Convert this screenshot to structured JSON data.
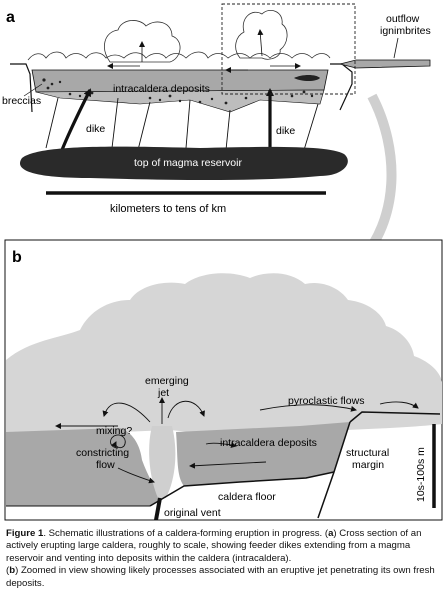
{
  "panel_a": {
    "letter": "a",
    "labels": {
      "outflow_line1": "outflow",
      "outflow_line2": "ignimbrites",
      "intracaldera": "intracaldera deposits",
      "breccias": "breccias",
      "dike_left": "dike",
      "dike_right": "dike",
      "reservoir": "top of magma reservoir",
      "scale": "kilometers to tens of km"
    }
  },
  "panel_b": {
    "letter": "b",
    "labels": {
      "emerging_line1": "emerging",
      "emerging_line2": "jet",
      "pyroclastic": "pyroclastic flows",
      "mixing": "mixing?",
      "intracaldera": "intracaldera deposits",
      "constricting_line1": "constricting",
      "constricting_line2": "flow",
      "structural_line1": "structural",
      "structural_line2": "margin",
      "caldera_floor": "caldera floor",
      "original_vent": "original vent",
      "scale": "10s-100s m"
    }
  },
  "caption": {
    "figure_label": "Figure 1",
    "intro": ". Schematic illustrations of a caldera-forming eruption in progress. (",
    "a_letter": "a",
    "a_text": ") Cross section of an actively erupting large caldera, roughly to scale, showing feeder dikes extending from a magma reservoir and venting into deposits within the caldera (intracaldera).",
    "b_open": "(",
    "b_letter": "b",
    "b_text": ") Zoomed in view showing likely processes associated with an eruptive jet penetrating its own fresh  deposits."
  },
  "colors": {
    "deposit": "#a8a8a8",
    "cloud": "#d6d6d6",
    "reservoir": "#2a2a2a",
    "guide_arrow": "#cfcfcf"
  }
}
